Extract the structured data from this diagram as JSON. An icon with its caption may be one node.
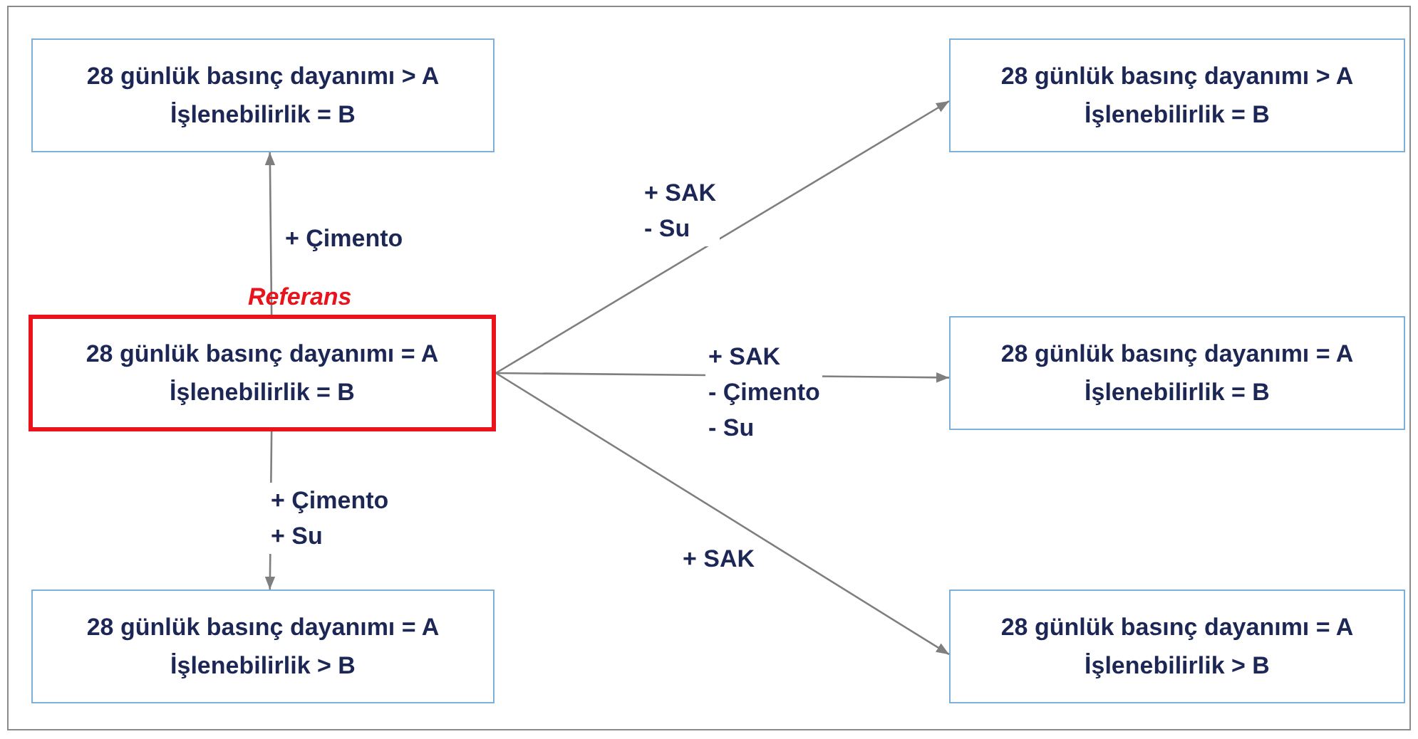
{
  "diagram": {
    "nodes": [
      {
        "text": [
          "28 günlük basınç dayanımı > A",
          "İşlenebilirlik = B"
        ]
      },
      {
        "text": [
          "28 günlük basınç dayanımı > A",
          "İşlenebilirlik = B"
        ]
      },
      {
        "text": [
          "28 günlük basınç dayanımı = A",
          "İşlenebilirlik = B"
        ],
        "beside": [
          "Referans"
        ]
      },
      {
        "text": [
          "28 günlük basınç dayanımı = A",
          "İşlenebilirlik = B"
        ]
      },
      {
        "text": [
          "28 günlük basınç dayanımı = A",
          "İşlenebilirlik > B"
        ]
      },
      {
        "text": [
          "28 günlük basınç dayanımı = A",
          "İşlenebilirlik > B"
        ]
      }
    ],
    "edges": [
      {
        "from": 2,
        "to": 0,
        "arrow": "to",
        "label": "+ Çimento"
      },
      {
        "from": 2,
        "to": 1,
        "arrow": "to",
        "label": "+ SAK - Su"
      },
      {
        "from": 2,
        "to": 3,
        "arrow": "to",
        "label": "+ SAK - Çimento - Su"
      },
      {
        "from": 2,
        "to": 4,
        "arrow": "to",
        "label": "+ Çimento + Su"
      },
      {
        "from": 2,
        "to": 5,
        "arrow": "to",
        "label": "+ SAK"
      }
    ]
  }
}
